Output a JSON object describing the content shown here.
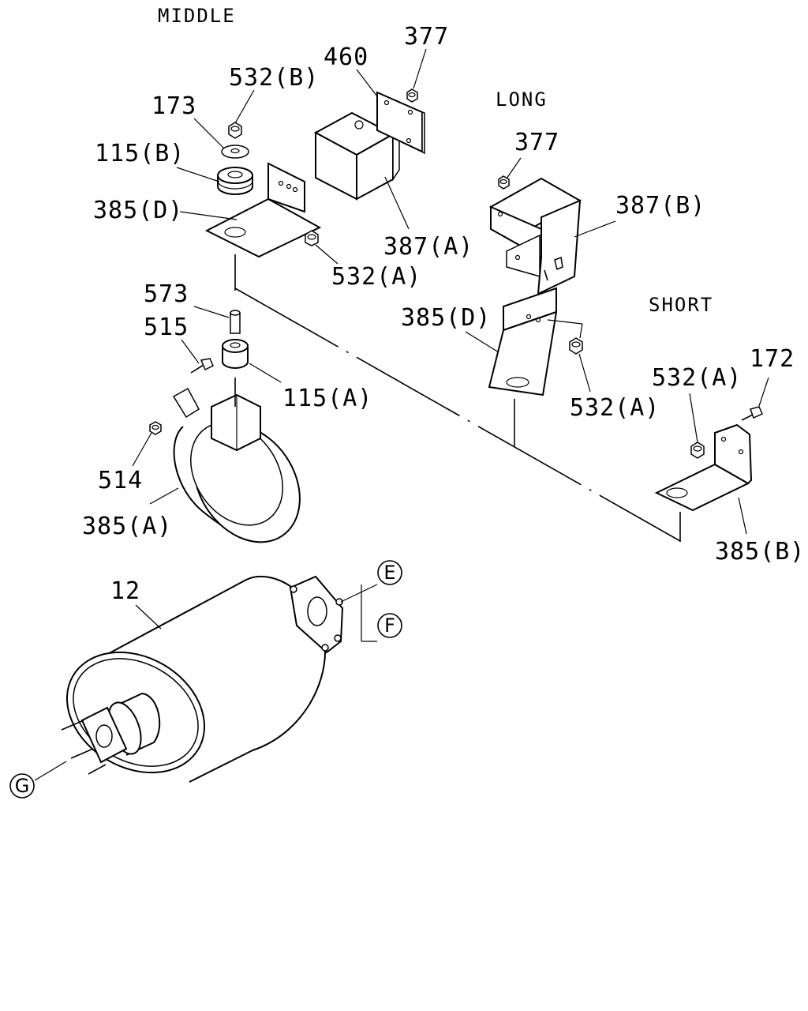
{
  "sections": {
    "middle": "MIDDLE",
    "long": "LONG",
    "short": "SHORT"
  },
  "callouts": [
    {
      "id": "c377a",
      "text": "377"
    },
    {
      "id": "c460",
      "text": "460"
    },
    {
      "id": "c532b",
      "text": "532(B)"
    },
    {
      "id": "c173",
      "text": "173"
    },
    {
      "id": "c115b",
      "text": "115(B)"
    },
    {
      "id": "c385d1",
      "text": "385(D)"
    },
    {
      "id": "c387a",
      "text": "387(A)"
    },
    {
      "id": "c532a1",
      "text": "532(A)"
    },
    {
      "id": "c573",
      "text": "573"
    },
    {
      "id": "c515",
      "text": "515"
    },
    {
      "id": "c115a",
      "text": "115(A)"
    },
    {
      "id": "c514",
      "text": "514"
    },
    {
      "id": "c385a",
      "text": "385(A)"
    },
    {
      "id": "c377b",
      "text": "377"
    },
    {
      "id": "c387b",
      "text": "387(B)"
    },
    {
      "id": "c385d2",
      "text": "385(D)"
    },
    {
      "id": "c532a2",
      "text": "532(A)"
    },
    {
      "id": "c532a3",
      "text": "532(A)"
    },
    {
      "id": "c172",
      "text": "172"
    },
    {
      "id": "c385b",
      "text": "385(B)"
    },
    {
      "id": "c12",
      "text": "12"
    }
  ],
  "references": {
    "e": "E",
    "f": "F",
    "g": "G"
  }
}
